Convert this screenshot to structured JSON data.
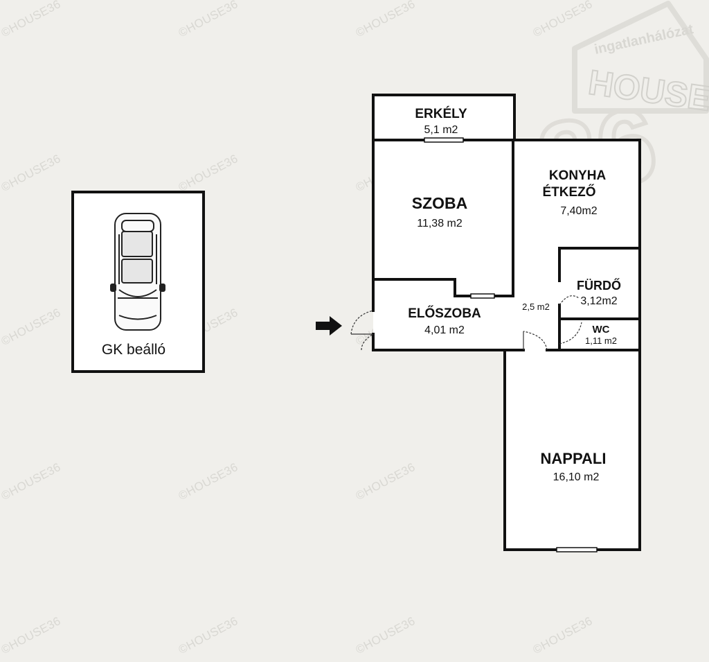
{
  "watermark": {
    "text": "©HOUSE36"
  },
  "logo": {
    "top_text": "ingatlanhálózat",
    "brand_text": "HOUSE",
    "digits": "36"
  },
  "parking": {
    "label": "GK beálló"
  },
  "rooms": {
    "erkely": {
      "name": "ERKÉLY",
      "area": "5,1 m2"
    },
    "szoba": {
      "name": "SZOBA",
      "area": "11,38 m2"
    },
    "konyha": {
      "name_line1": "KONYHA",
      "name_line2": "ÉTKEZŐ",
      "area": "7,40m2"
    },
    "fuerdo": {
      "name": "FÜRDŐ",
      "area": "3,12m2"
    },
    "wc": {
      "name": "WC",
      "area": "1,11 m2"
    },
    "eloszoba": {
      "name": "ELŐSZOBA",
      "area": "4,01 m2"
    },
    "hallway": {
      "area": "2,5 m2"
    },
    "nappali": {
      "name": "NAPPALI",
      "area": "16,10 m2"
    }
  },
  "colors": {
    "background": "#f0efeb",
    "walls": "#111111",
    "room_fill": "#ffffff",
    "watermark": "#d9d8d3"
  }
}
